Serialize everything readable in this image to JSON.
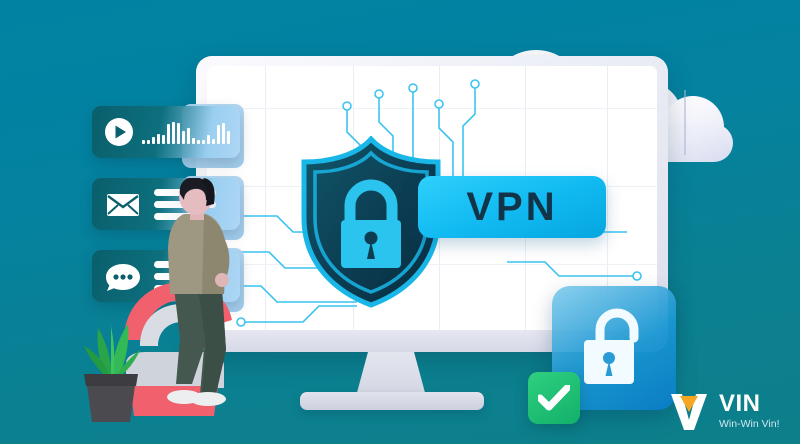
{
  "scene": {
    "title": "VPN security illustration",
    "background_top_color": "#0083a3",
    "background_bottom_color": "#0d7f8a"
  },
  "badge": {
    "label": "VPN",
    "fill_color": "#12bbf2",
    "text_color": "#123449"
  },
  "shield": {
    "icon": "shield-lock-icon",
    "body_color": "#0d3d4f",
    "outline_color": "#19b6e8",
    "lock_color": "#2bc4ef"
  },
  "monitor": {
    "icon": "desktop-monitor-icon",
    "bezel_color": "#eceef6",
    "screen_color": "#ffffff"
  },
  "clouds": [
    {
      "icon": "cloud-icon",
      "name": "cloud-back"
    },
    {
      "icon": "cloud-icon",
      "name": "cloud-front"
    }
  ],
  "side_cards": [
    {
      "name": "media-card",
      "icon": "play-button-icon",
      "content": "audio-waveform"
    },
    {
      "name": "mail-card",
      "icon": "envelope-icon",
      "content": "text-lines"
    },
    {
      "name": "chat-card",
      "icon": "chat-bubble-icon",
      "content": "text-lines"
    }
  ],
  "lock_card": {
    "icon": "open-padlock-icon",
    "fill_color": "#128fd2",
    "lock_color": "#ffffff"
  },
  "check_card": {
    "icon": "checkmark-icon",
    "fill_color": "#12b06a",
    "check_color": "#ffffff"
  },
  "person": {
    "name": "standing-person",
    "hair_color": "#1b1b24",
    "jacket_color": "#9e9782",
    "pants_color": "#45584f",
    "shoe_color": "#eceef0"
  },
  "plant": {
    "name": "potted-plant",
    "leaf_color": "#2aa44a",
    "pot_color": "#4a4a4f"
  },
  "logo": {
    "icon": "vin-v-logo-icon",
    "brand": "VIN",
    "tagline": "Win-Win Vin!",
    "mark_color": "#ffffff",
    "accent_color": "#f5a623",
    "brand_color": "#ffffff",
    "tagline_color": "#cfeaf2"
  }
}
